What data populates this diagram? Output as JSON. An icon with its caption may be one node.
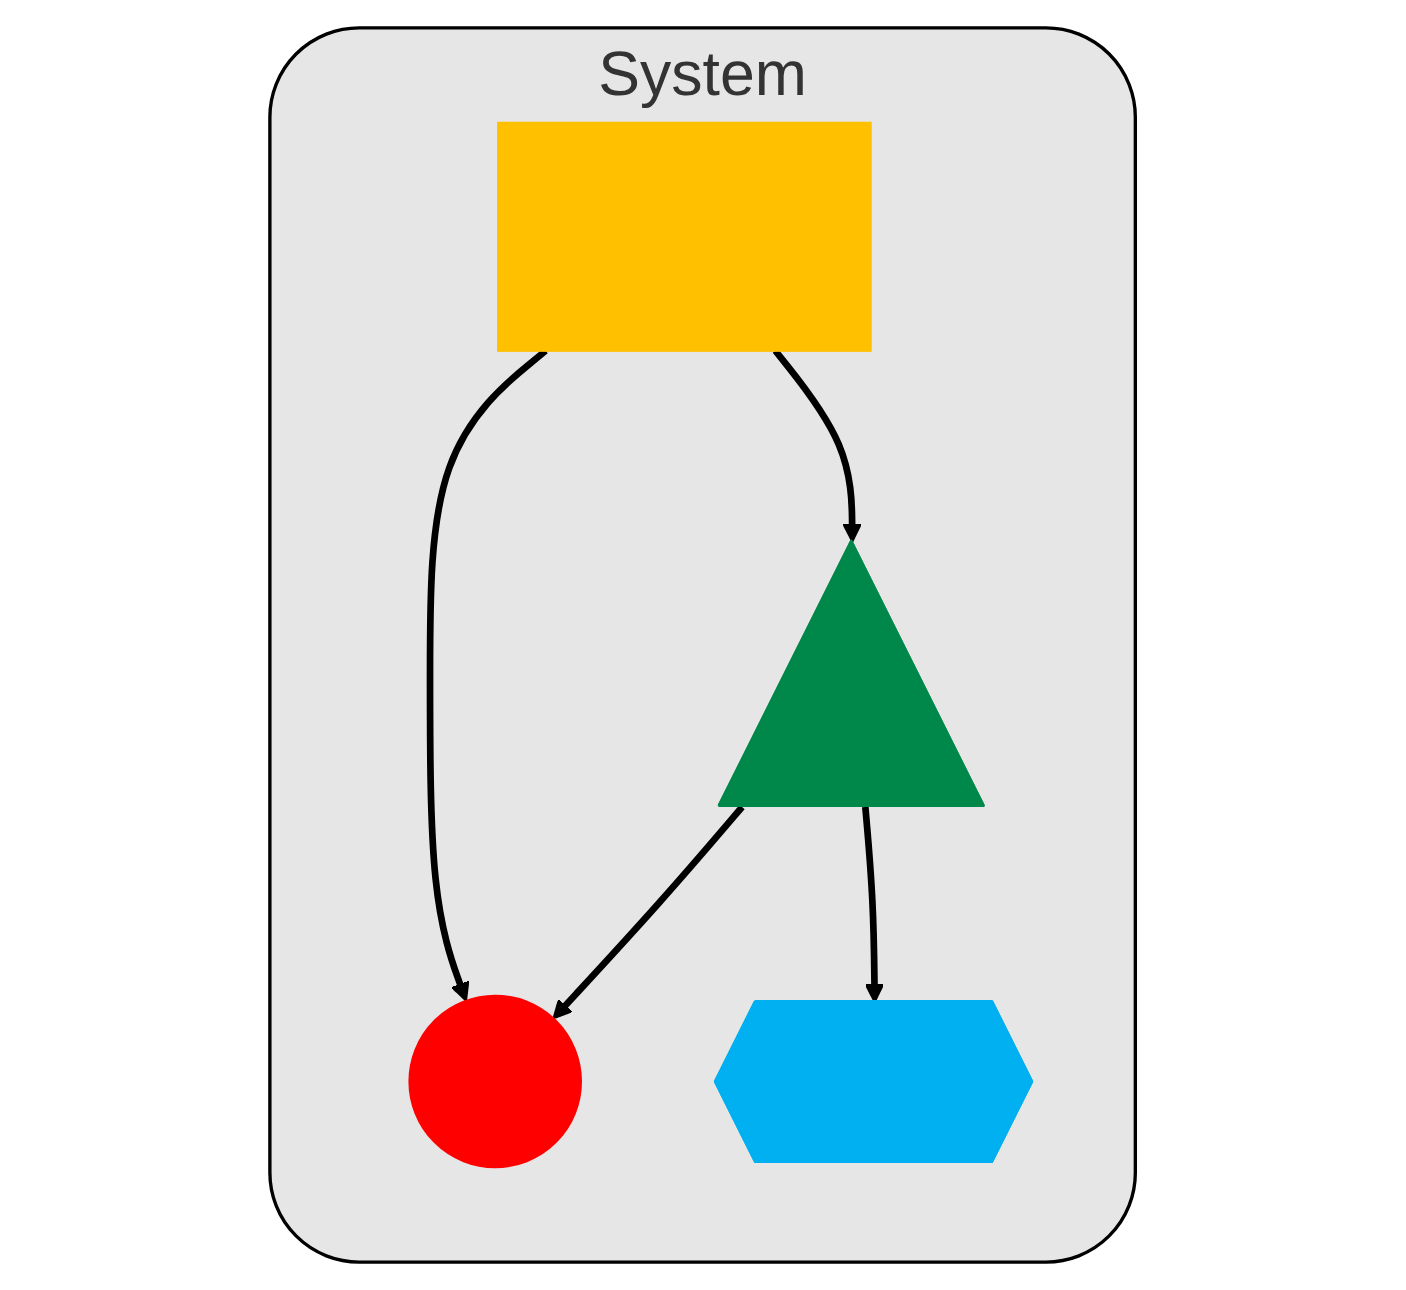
{
  "diagram": {
    "nodes": [
      {
        "text": [
          "System"
        ]
      },
      {
        "text": [],
        "shape": "box",
        "in": 0
      },
      {
        "text": [],
        "shape": "triangle",
        "in": 0
      },
      {
        "text": [],
        "shape": "pentagon",
        "in": 0
      },
      {
        "text": [],
        "shape": "circle",
        "in": 0
      }
    ],
    "edges": [
      {
        "from": 1,
        "to": 2,
        "arrow": "to"
      },
      {
        "from": 1,
        "to": 4,
        "arrow": "to"
      },
      {
        "from": 2,
        "to": 3,
        "arrow": "to"
      },
      {
        "from": 2,
        "to": 4,
        "arrow": "to"
      }
    ]
  }
}
